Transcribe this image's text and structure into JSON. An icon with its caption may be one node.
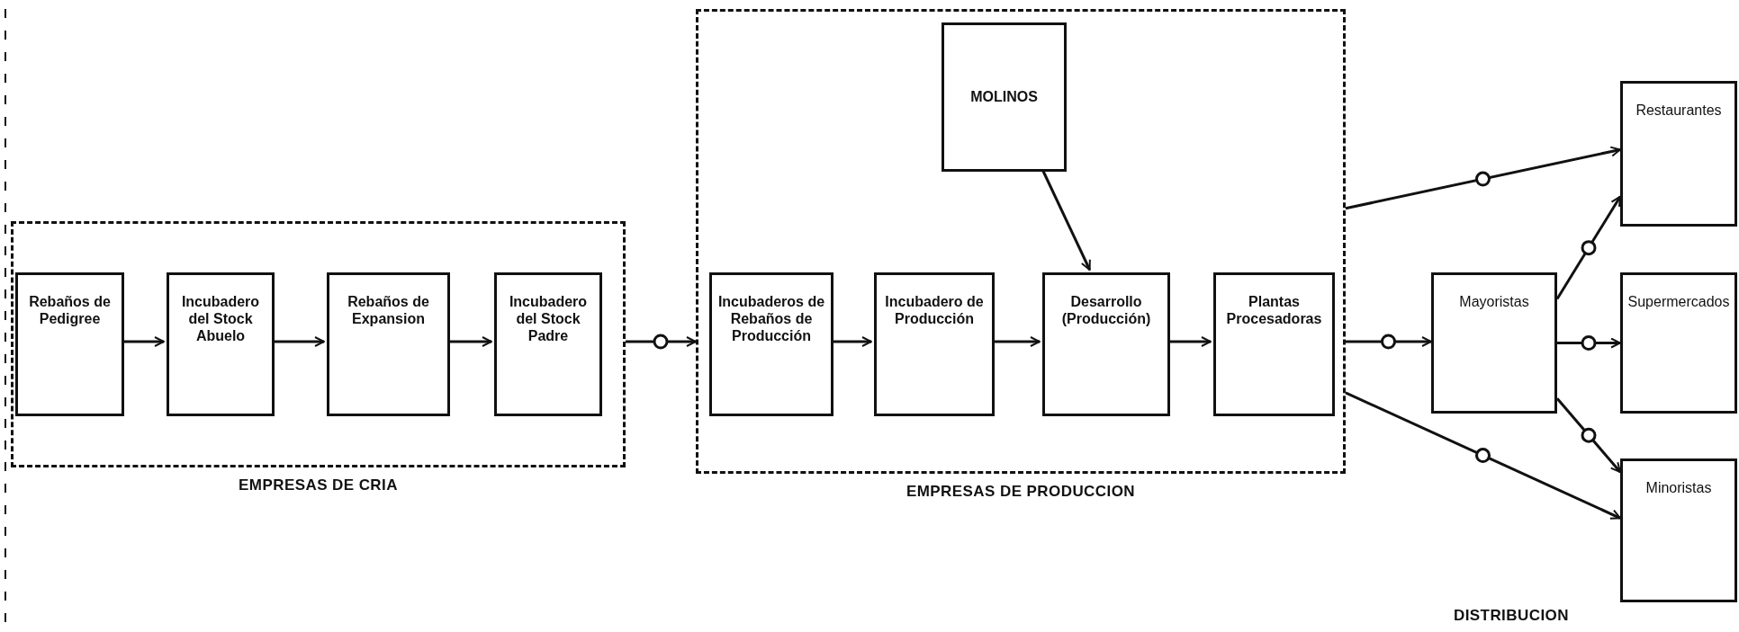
{
  "diagram": {
    "nodes": [
      {
        "text": [
          "EMPRESAS DE CRIA"
        ]
      },
      {
        "text": [
          "Rebaños de Pedigree"
        ],
        "in": 0
      },
      {
        "text": [
          "Incubadero del Stock Abuelo"
        ],
        "in": 0
      },
      {
        "text": [
          "Rebaños de Expansion"
        ],
        "in": 0
      },
      {
        "text": [
          "Incubadero del Stock Padre"
        ],
        "in": 0
      },
      {
        "text": [
          "EMPRESAS DE PRODUCCION"
        ]
      },
      {
        "text": [
          "MOLINOS"
        ],
        "in": 5
      },
      {
        "text": [
          "Incubaderos de Rebaños de Producción"
        ],
        "in": 5
      },
      {
        "text": [
          "Incubadero de Producción"
        ],
        "in": 5
      },
      {
        "text": [
          "Desarrollo (Producción)"
        ],
        "in": 5
      },
      {
        "text": [
          "Plantas Procesadoras"
        ],
        "in": 5
      },
      {
        "text": [
          "Mayoristas"
        ]
      },
      {
        "text": [
          "Restaurantes"
        ]
      },
      {
        "text": [
          "Supermercados"
        ]
      },
      {
        "text": [
          "Minoristas"
        ]
      }
    ],
    "edges": [
      {
        "from": 1,
        "to": 2,
        "arrow": "to"
      },
      {
        "from": 2,
        "to": 3,
        "arrow": "to"
      },
      {
        "from": 3,
        "to": 4,
        "arrow": "to"
      },
      {
        "from": 0,
        "to": 5,
        "arrow": "to"
      },
      {
        "from": 7,
        "to": 8,
        "arrow": "to"
      },
      {
        "from": 8,
        "to": 9,
        "arrow": "to"
      },
      {
        "from": 9,
        "to": 10,
        "arrow": "to"
      },
      {
        "from": 6,
        "to": 9,
        "arrow": "to"
      },
      {
        "from": 5,
        "to": 12,
        "arrow": "to"
      },
      {
        "from": 5,
        "to": 11,
        "arrow": "to"
      },
      {
        "from": 5,
        "to": 14,
        "arrow": "to"
      },
      {
        "from": 11,
        "to": 12,
        "arrow": "to"
      },
      {
        "from": 11,
        "to": 13,
        "arrow": "to"
      },
      {
        "from": 11,
        "to": 14,
        "arrow": "to"
      }
    ],
    "labels": [
      "DISTRIBUCION"
    ]
  }
}
